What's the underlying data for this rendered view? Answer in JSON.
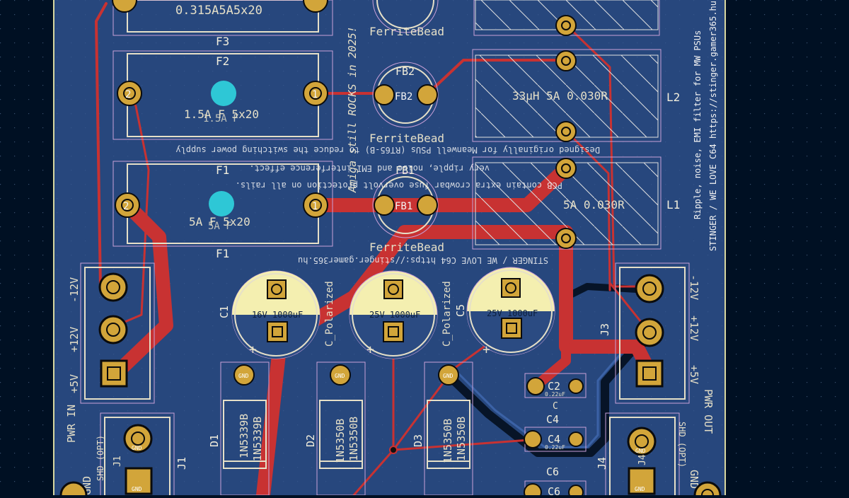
{
  "colors": {
    "background": "#001023",
    "board": "#27477d",
    "copper_trace": "#c83232",
    "pad": "#d2a53a",
    "silkscreen": "#e6e0c8",
    "fab_outline": "#c8a0d8",
    "courtyard": "#e0e0e0",
    "via": "#2ec7d6",
    "back_trace": "#0b1e3c"
  },
  "labels": {
    "f3_value": "0.315A5A5x20",
    "f3_ref": "F3",
    "f2_ref_top": "F2",
    "f2_value": "1.5A F 5x20",
    "f2_value_dup": "1.5A F",
    "f1_ref_top": "F1",
    "f1_value": "5A F 5x20",
    "f1_value_dup": "5A F",
    "f1_ref": "F1",
    "ferrite_top": "FerriteBead",
    "fb2": "FB2",
    "fb2_pad": "FB2",
    "ferrite_mid": "FerriteBead",
    "fb1": "FB1",
    "fb1_pad": "FB1",
    "ferrite_bot": "FerriteBead",
    "l2_value": "33µH 5A 0.030R",
    "l2_ref": "L2",
    "l1_value": "5A 0.030R",
    "l1_ref": "L1",
    "amiga": "Amiga still ROCKS in 2025!",
    "desc1": "Designed originally for Meanwell PSUs (RT65-B) to reduce the switching power supply",
    "desc2": "very ripple, noise and EMI interference effect.",
    "desc3": "PCB contain extra crowbar fuse overvolt protection on all rails.",
    "stinger_mid": "STINGER / WE LOVE C64 https://stinger.gamer365.hu",
    "right_vertical": "Ripple, noise, EMI filter for MW PSUs",
    "right_vertical2": "STINGER / WE LOVE C64 https://stinger.gamer365.hu",
    "c1_ref": "C1",
    "c1_value": "16V 1000uF",
    "c_polarized_1": "C_Polarized",
    "c3_value": "25V 1000uF",
    "c_polarized_2": "C_Polarized",
    "c5_ref": "C5",
    "c5_value": "25V 1000uF",
    "jin_minus12": "-12V",
    "jin_plus12": "+12V",
    "jin_plus5": "+5V",
    "pwr_in": "PWR IN",
    "j3_ref": "J3",
    "jout_minus12": "-12V",
    "jout_plus12": "+12V",
    "jout_plus5": "+5V",
    "pwr_out": "PWR OUT",
    "d1_ref": "D1",
    "d1_value": "1N5339B",
    "d1_value2": "1N5339B",
    "d2_ref": "D2",
    "d2_value": "1N5350B",
    "d2_value2": "1N5350B",
    "d3_ref": "D3",
    "d3_value": "1N5350B",
    "d3_value2": "1N5350B",
    "c2_ref": "C2",
    "c2_value": "0.22uF",
    "c_label": "C",
    "c4_ref": "C4",
    "c4_ref_pad": "C4",
    "c4_value": "0.22uF",
    "c6_ref": "C6",
    "c6_ref_pad": "C6",
    "j1_ref": "J1",
    "j1_pad": "J1",
    "shd_opt_left": "SHD (OPT)",
    "gnd_left": "GND",
    "j4_ref": "J4",
    "j4_pad": "J4",
    "shd_opt_right": "SHD (OPT)",
    "gnd_right": "GND",
    "pad_gnd": "GND",
    "pad_1": "1",
    "pad_2": "2"
  }
}
